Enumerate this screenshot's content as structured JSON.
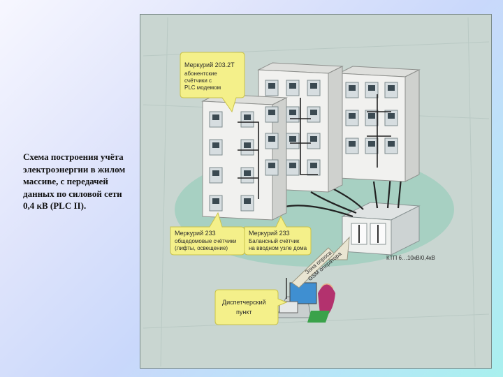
{
  "caption": "Схема построения учёта электроэнергии в жилом массиве, с передачей данных по силовой сети 0,4 кВ (PLC II).",
  "callouts": {
    "mercury203": [
      "Меркурий 203.2Т",
      "абонентские",
      "счётчики с",
      "PLC модемом"
    ],
    "mercury233_common": [
      "Меркурий 233",
      "общедомовые счётчики",
      "(лифты, освещение)"
    ],
    "mercury233_balance": [
      "Меркурий 233",
      "Балансный счётчик",
      "на вводном узле дома"
    ],
    "ktp": "КТП 6…10кВ/0,4кВ",
    "gsm": [
      "Зона опроса",
      "GSM оператора"
    ],
    "dispatch": [
      "Диспетчерский",
      "пункт"
    ]
  },
  "colors": {
    "frame": "#c9d6d1",
    "ellipse": "#a7d0c2",
    "callout": "#f4f08a",
    "building": "#f1f1ef",
    "window": "#d6dde0",
    "cable": "#222222"
  }
}
